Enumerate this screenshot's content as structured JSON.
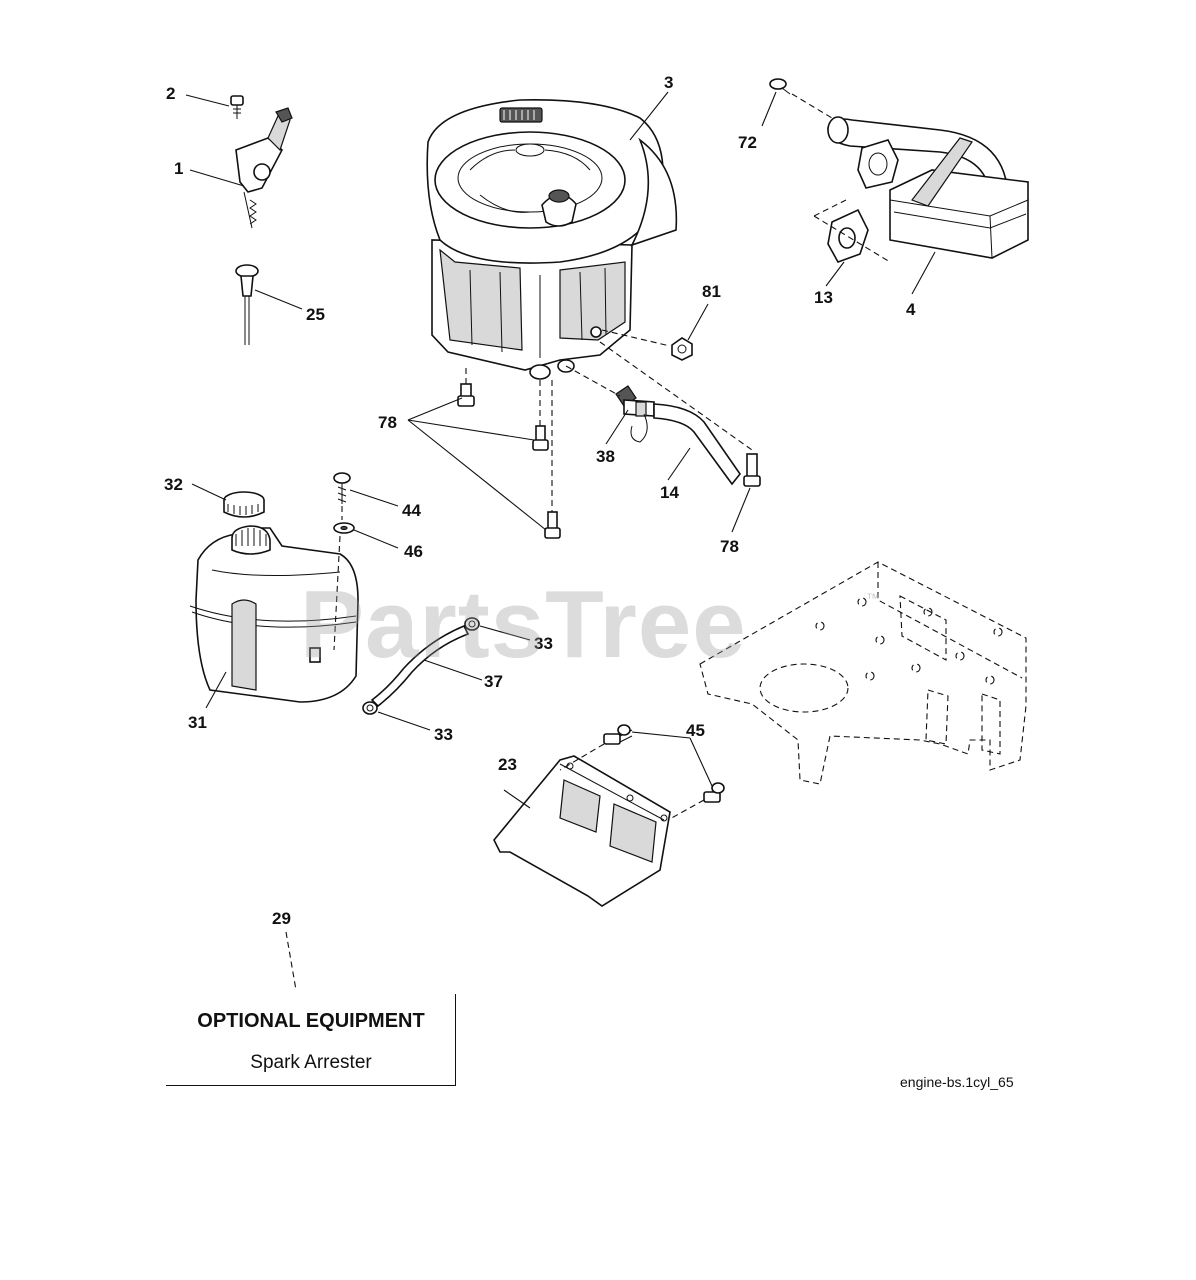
{
  "watermark": "PartsTree",
  "watermark_tm": "™",
  "labels": {
    "p1": "1",
    "p2": "2",
    "p3": "3",
    "p4": "4",
    "p13": "13",
    "p14": "14",
    "p23": "23",
    "p25": "25",
    "p29": "29",
    "p31": "31",
    "p32": "32",
    "p33a": "33",
    "p33b": "33",
    "p37": "37",
    "p38": "38",
    "p44": "44",
    "p45": "45",
    "p46": "46",
    "p72": "72",
    "p78a": "78",
    "p78b": "78",
    "p81": "81"
  },
  "optional_box": {
    "title": "OPTIONAL EQUIPMENT",
    "subtitle": "Spark Arrester"
  },
  "diagram_code": "engine-bs.1cyl_65"
}
